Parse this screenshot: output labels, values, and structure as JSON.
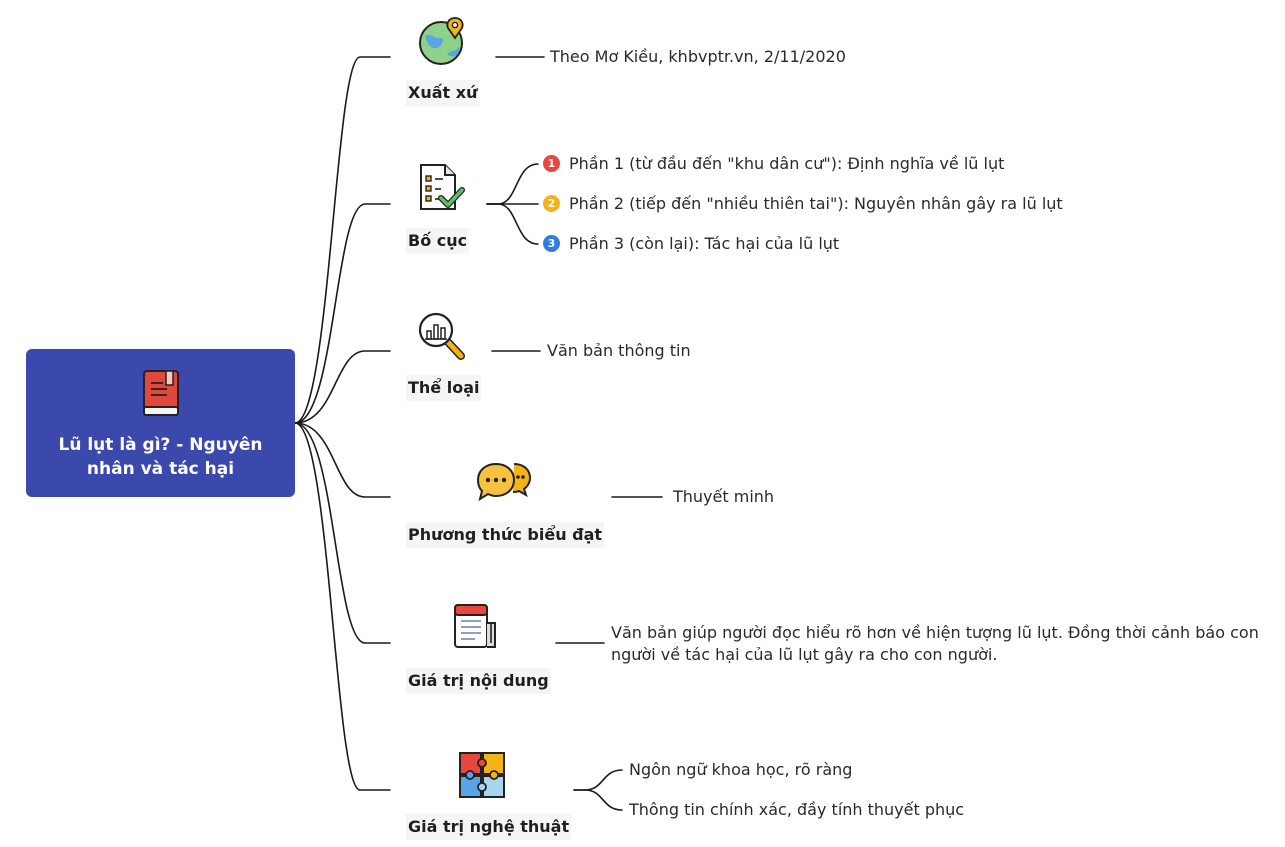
{
  "root": {
    "title": "Lũ lụt là gì? - Nguyên nhân và tác hại",
    "icon": "book-icon"
  },
  "branches": [
    {
      "label": "Xuất xứ",
      "icon": "globe-pin-icon",
      "leaves": [
        "Theo Mơ Kiều, khbvptr.vn, 2/11/2020"
      ]
    },
    {
      "label": "Bố cục",
      "icon": "checklist-icon",
      "leaves": [
        "Phần 1 (từ đầu đến \"khu dân cư\"): Định nghĩa về lũ lụt",
        "Phần 2 (tiếp đến \"nhiều thiên tai\"): Nguyên nhân gây ra lũ lụt",
        "Phần 3 (còn lại): Tác hại của lũ lụt"
      ],
      "numbers": [
        "1",
        "2",
        "3"
      ],
      "number_colors": [
        "#e8473e",
        "#f5b316",
        "#2f7de1"
      ]
    },
    {
      "label": "Thể loại",
      "icon": "magnifier-chart-icon",
      "leaves": [
        "Văn bản thông tin"
      ]
    },
    {
      "label": "Phương thức biểu đạt",
      "icon": "chat-bubbles-icon",
      "leaves": [
        "Thuyết minh"
      ]
    },
    {
      "label": "Giá trị nội dung",
      "icon": "document-icon",
      "leaves": [
        "Văn bản giúp người đọc hiểu rõ hơn về hiện tượng lũ lụt. Đồng thời cảnh báo con người về tác hại của lũ lụt gây ra cho con người."
      ]
    },
    {
      "label": "Giá trị nghệ thuật",
      "icon": "puzzle-icon",
      "leaves": [
        "Ngôn ngữ khoa học, rõ ràng",
        "Thông tin chính xác, đầy tính thuyết phục"
      ]
    }
  ],
  "colors": {
    "root_bg": "#3b48ac",
    "line": "#1a1a1a"
  }
}
